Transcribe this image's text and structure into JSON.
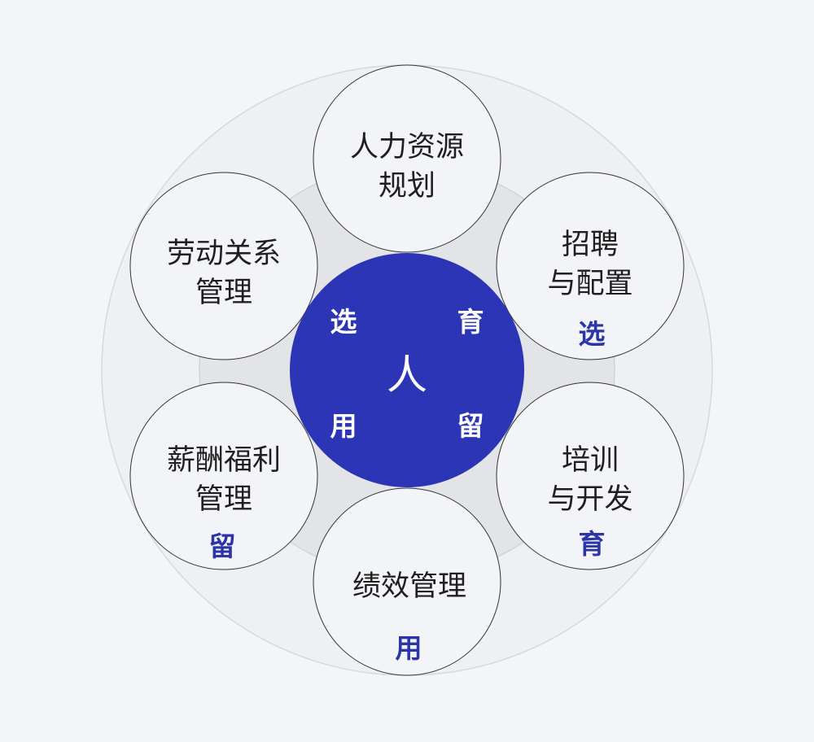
{
  "center": {
    "title": "人",
    "words": [
      "选",
      "育",
      "用",
      "留"
    ]
  },
  "nodes": [
    {
      "lines": [
        "人力资源",
        "规划"
      ],
      "tag": ""
    },
    {
      "lines": [
        "招聘",
        "与配置"
      ],
      "tag": "选"
    },
    {
      "lines": [
        "培训",
        "与开发"
      ],
      "tag": "育"
    },
    {
      "lines": [
        "绩效管理"
      ],
      "tag": "用"
    },
    {
      "lines": [
        "薪酬福利",
        "管理"
      ],
      "tag": "留"
    },
    {
      "lines": [
        "劳动关系",
        "管理"
      ],
      "tag": ""
    }
  ],
  "colors": {
    "core": "#2b35b5",
    "tag": "#2b35a8",
    "background": "#f3f5f9"
  }
}
